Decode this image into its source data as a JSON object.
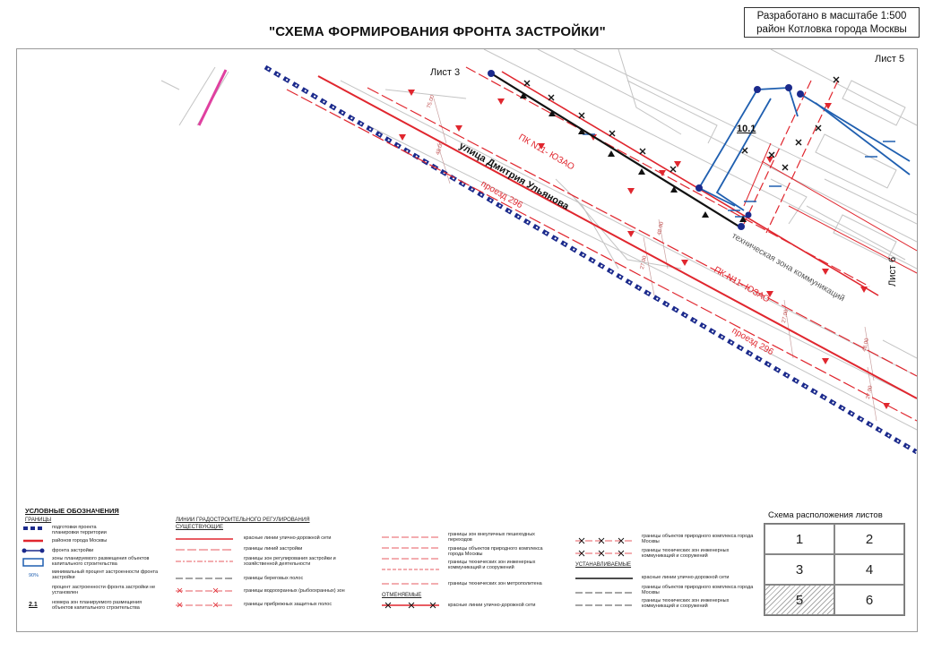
{
  "header": {
    "title": "\"СХЕМА ФОРМИРОВАНИЯ ФРОНТА ЗАСТРОЙКИ\"",
    "scale_line1": "Разработано в масштабе 1:500",
    "scale_line2": "район Котловка города Москвы"
  },
  "map": {
    "sheet_left": "Лист 3",
    "sheet_top_right": "Лист 5",
    "sheet_right": "Лист 6",
    "street_name": "улица Дмитрия Ульянова",
    "pk_label_1": "ПК N11- ЮЗАО",
    "pk_label_2": "ПК N11- ЮЗАО",
    "passage_1": "проезд 296",
    "passage_2": "проезд 296",
    "tech_zone": "техническая зона коммуникаций",
    "zone_number": "10.1",
    "dims": [
      "75.00",
      "48.00",
      "48.00",
      "27.00",
      "27.00",
      "48.00",
      "27.00"
    ]
  },
  "legend": {
    "title": "УСЛОВНЫЕ ОБОЗНАЧЕНИЯ",
    "group_borders": "ГРАНИЦЫ",
    "col1": [
      "подготовки проекта планировки территории",
      "районов города Москвы",
      "фронта застройки",
      "зоны планируемого размещения объектов капитального строительства",
      "минимальный процент застроенности фронта застройки",
      "процент застроенности фронта застройки не установлен",
      "номера зон планируемого размещения объектов капитального строительства"
    ],
    "col1_samples": [
      "90%",
      "2.1"
    ],
    "group_lines": "ЛИНИИ ГРАДОСТРОИТЕЛЬНОГО РЕГУЛИРОВАНИЯ",
    "group_existing": "СУЩЕСТВУЮЩИЕ",
    "col2": [
      "красные линии улично-дорожной сети",
      "границы линий застройки",
      "границы зон регулирования застройки и хозяйственной деятельности",
      "границы береговых полос",
      "границы водоохранных (рыбоохранных) зон",
      "границы прибрежных защитных полос"
    ],
    "col3": [
      "границы зон внеуличных пешеходных переходов",
      "границы объектов природного комплекса города Москвы",
      "границы технических зон инженерных коммуникаций и сооружений",
      "границы технических зон метрополитена",
      "красные линии улично-дорожной сети"
    ],
    "group_cancelled": "ОТМЕНЯЕМЫЕ",
    "group_established": "УСТАНАВЛИВАЕМЫЕ",
    "col4": [
      "границы объектов природного комплекса города Москвы",
      "границы технических зон инженерных коммуникаций и сооружений",
      "красные линии улично-дорожной сети",
      "границы объектов природного комплекса города Москвы",
      "границы технических зон инженерных коммуникаций и сооружений"
    ]
  },
  "sheets": {
    "title": "Схема расположения листов",
    "cells": [
      "1",
      "2",
      "3",
      "4",
      "5",
      "6"
    ],
    "active": "5"
  },
  "colors": {
    "red": "#e0262e",
    "blue": "#1f5fb0",
    "navy": "#1b2a8c",
    "magenta": "#e040a0",
    "grey": "#b9b9b9"
  }
}
